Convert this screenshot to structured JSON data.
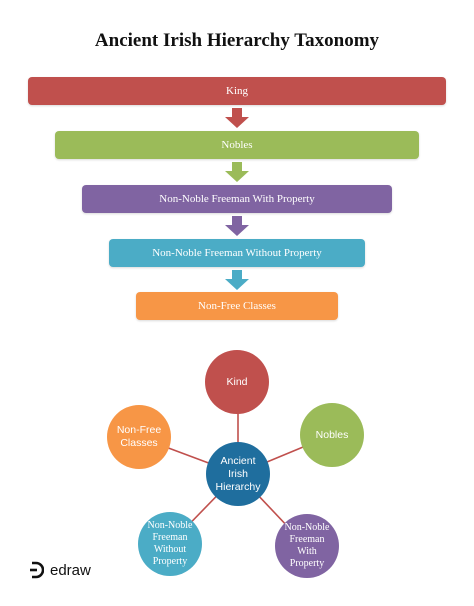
{
  "title": "Ancient Irish Hierarchy Taxonomy",
  "pyramid": [
    {
      "label": "King",
      "color": "#C0504D"
    },
    {
      "label": "Nobles",
      "color": "#9BBB59"
    },
    {
      "label": "Non-Noble Freeman With Property",
      "color": "#8064A2"
    },
    {
      "label": "Non-Noble Freeman Without Property",
      "color": "#4BACC6"
    },
    {
      "label": "Non-Free Classes",
      "color": "#F79646"
    }
  ],
  "arrow_colors": [
    "#C0504D",
    "#9BBB59",
    "#8064A2",
    "#4BACC6"
  ],
  "hub": {
    "center": {
      "line1": "Ancient",
      "line2": "Irish",
      "line3": "Hierarchy",
      "color": "#1F6E9E"
    },
    "kind": {
      "label": "Kind",
      "color": "#C0504D"
    },
    "nobles": {
      "label": "Nobles",
      "color": "#9BBB59"
    },
    "nonfree": {
      "line1": "Non-Free",
      "line2": "Classes",
      "color": "#F79646"
    },
    "without": {
      "line1": "Non-Noble",
      "line2": "Freeman",
      "line3": "Without",
      "line4": "Property",
      "color": "#4BACC6"
    },
    "with": {
      "line1": "Non-Noble",
      "line2": "Freeman",
      "line3": "With",
      "line4": "Property",
      "color": "#8064A2"
    },
    "connector_color": "#C0504D"
  },
  "logo": {
    "text": "edraw"
  }
}
